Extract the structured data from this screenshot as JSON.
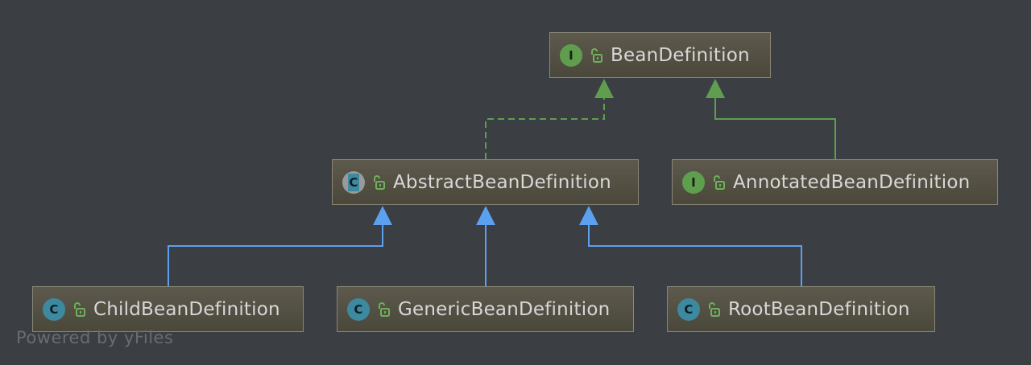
{
  "diagram": {
    "nodes": [
      {
        "id": "bean-definition",
        "label": "BeanDefinition",
        "kind": "interface",
        "kind_letter": "I"
      },
      {
        "id": "abstract-bean-definition",
        "label": "AbstractBeanDefinition",
        "kind": "abstract",
        "kind_letter": "C"
      },
      {
        "id": "annotated-bean-definition",
        "label": "AnnotatedBeanDefinition",
        "kind": "interface",
        "kind_letter": "I"
      },
      {
        "id": "child-bean-definition",
        "label": "ChildBeanDefinition",
        "kind": "class",
        "kind_letter": "C"
      },
      {
        "id": "generic-bean-definition",
        "label": "GenericBeanDefinition",
        "kind": "class",
        "kind_letter": "C"
      },
      {
        "id": "root-bean-definition",
        "label": "RootBeanDefinition",
        "kind": "class",
        "kind_letter": "C"
      }
    ],
    "edges": [
      {
        "from": "abstract-bean-definition",
        "to": "bean-definition",
        "type": "implements"
      },
      {
        "from": "annotated-bean-definition",
        "to": "bean-definition",
        "type": "extends-interface"
      },
      {
        "from": "child-bean-definition",
        "to": "abstract-bean-definition",
        "type": "extends"
      },
      {
        "from": "generic-bean-definition",
        "to": "abstract-bean-definition",
        "type": "extends"
      },
      {
        "from": "root-bean-definition",
        "to": "abstract-bean-definition",
        "type": "extends"
      }
    ],
    "colors": {
      "background": "#3b3e42",
      "interface_edge": "#5f9e4f",
      "class_edge": "#5ca0f0",
      "interface_badge": "#5f9e4f",
      "class_badge": "#3d8aa0",
      "lock_icon": "#6fb05a"
    }
  },
  "watermark": "Powered by yFiles"
}
